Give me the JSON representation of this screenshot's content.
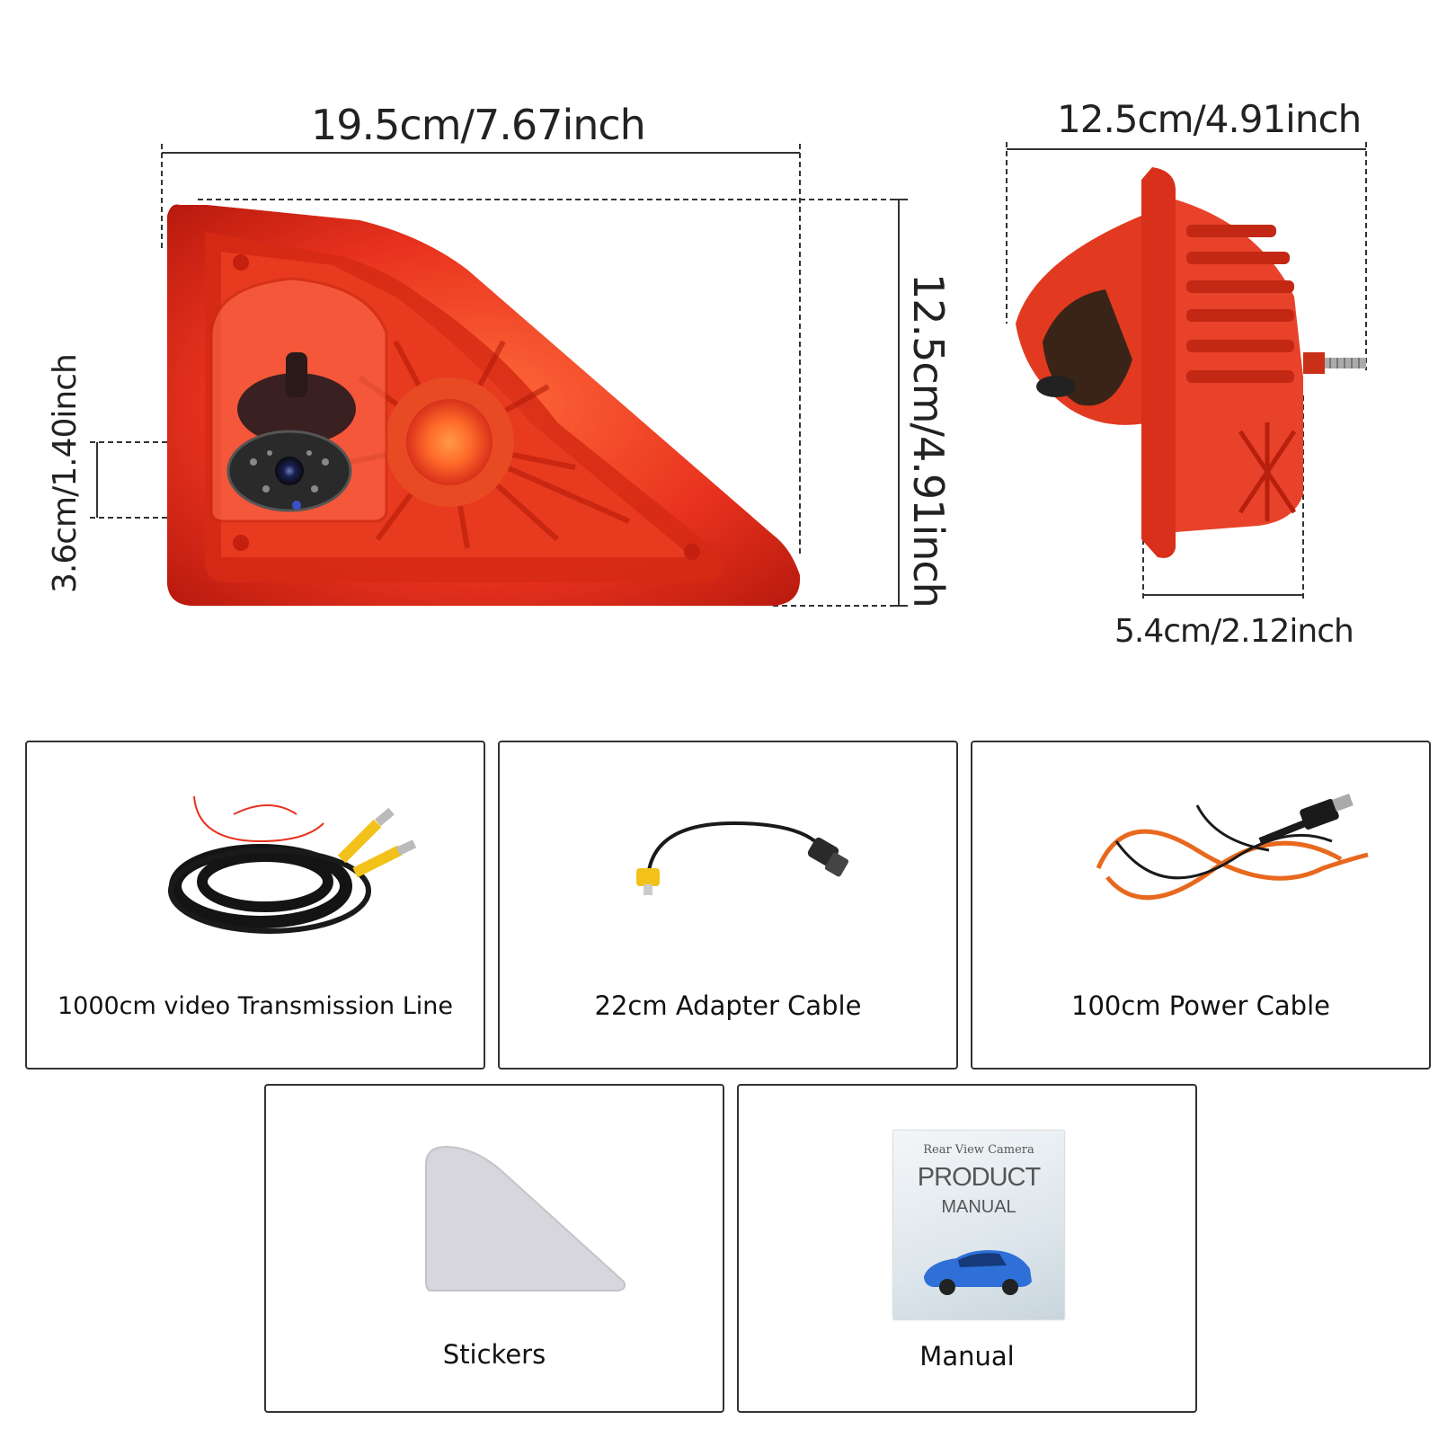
{
  "dimensions": {
    "front_width": "19.5cm/7.67inch",
    "front_height": "12.5cm/4.91inch",
    "camera_height": "3.6cm/1.40inch",
    "side_width": "12.5cm/4.91inch",
    "side_depth": "5.4cm/2.12inch"
  },
  "colors": {
    "housing_red": "#e8321e",
    "housing_dark": "#b81a0e",
    "camera_black": "#2a2a2a",
    "cable_black": "#141414",
    "cable_orange": "#e8691e",
    "rca_yellow": "#f2c21a",
    "sticker_grey": "#d7d6dc"
  },
  "accessories": [
    {
      "label": "1000cm video Transmission Line",
      "icon": "video-cable-icon"
    },
    {
      "label": "22cm Adapter Cable",
      "icon": "adapter-cable-icon"
    },
    {
      "label": "100cm Power Cable",
      "icon": "power-cable-icon"
    },
    {
      "label": "Stickers",
      "icon": "sticker-icon"
    },
    {
      "label": "Manual",
      "icon": "manual-icon"
    }
  ],
  "manual_cover": {
    "line1": "Rear View Camera",
    "line2": "PRODUCT",
    "line3": "MANUAL"
  }
}
